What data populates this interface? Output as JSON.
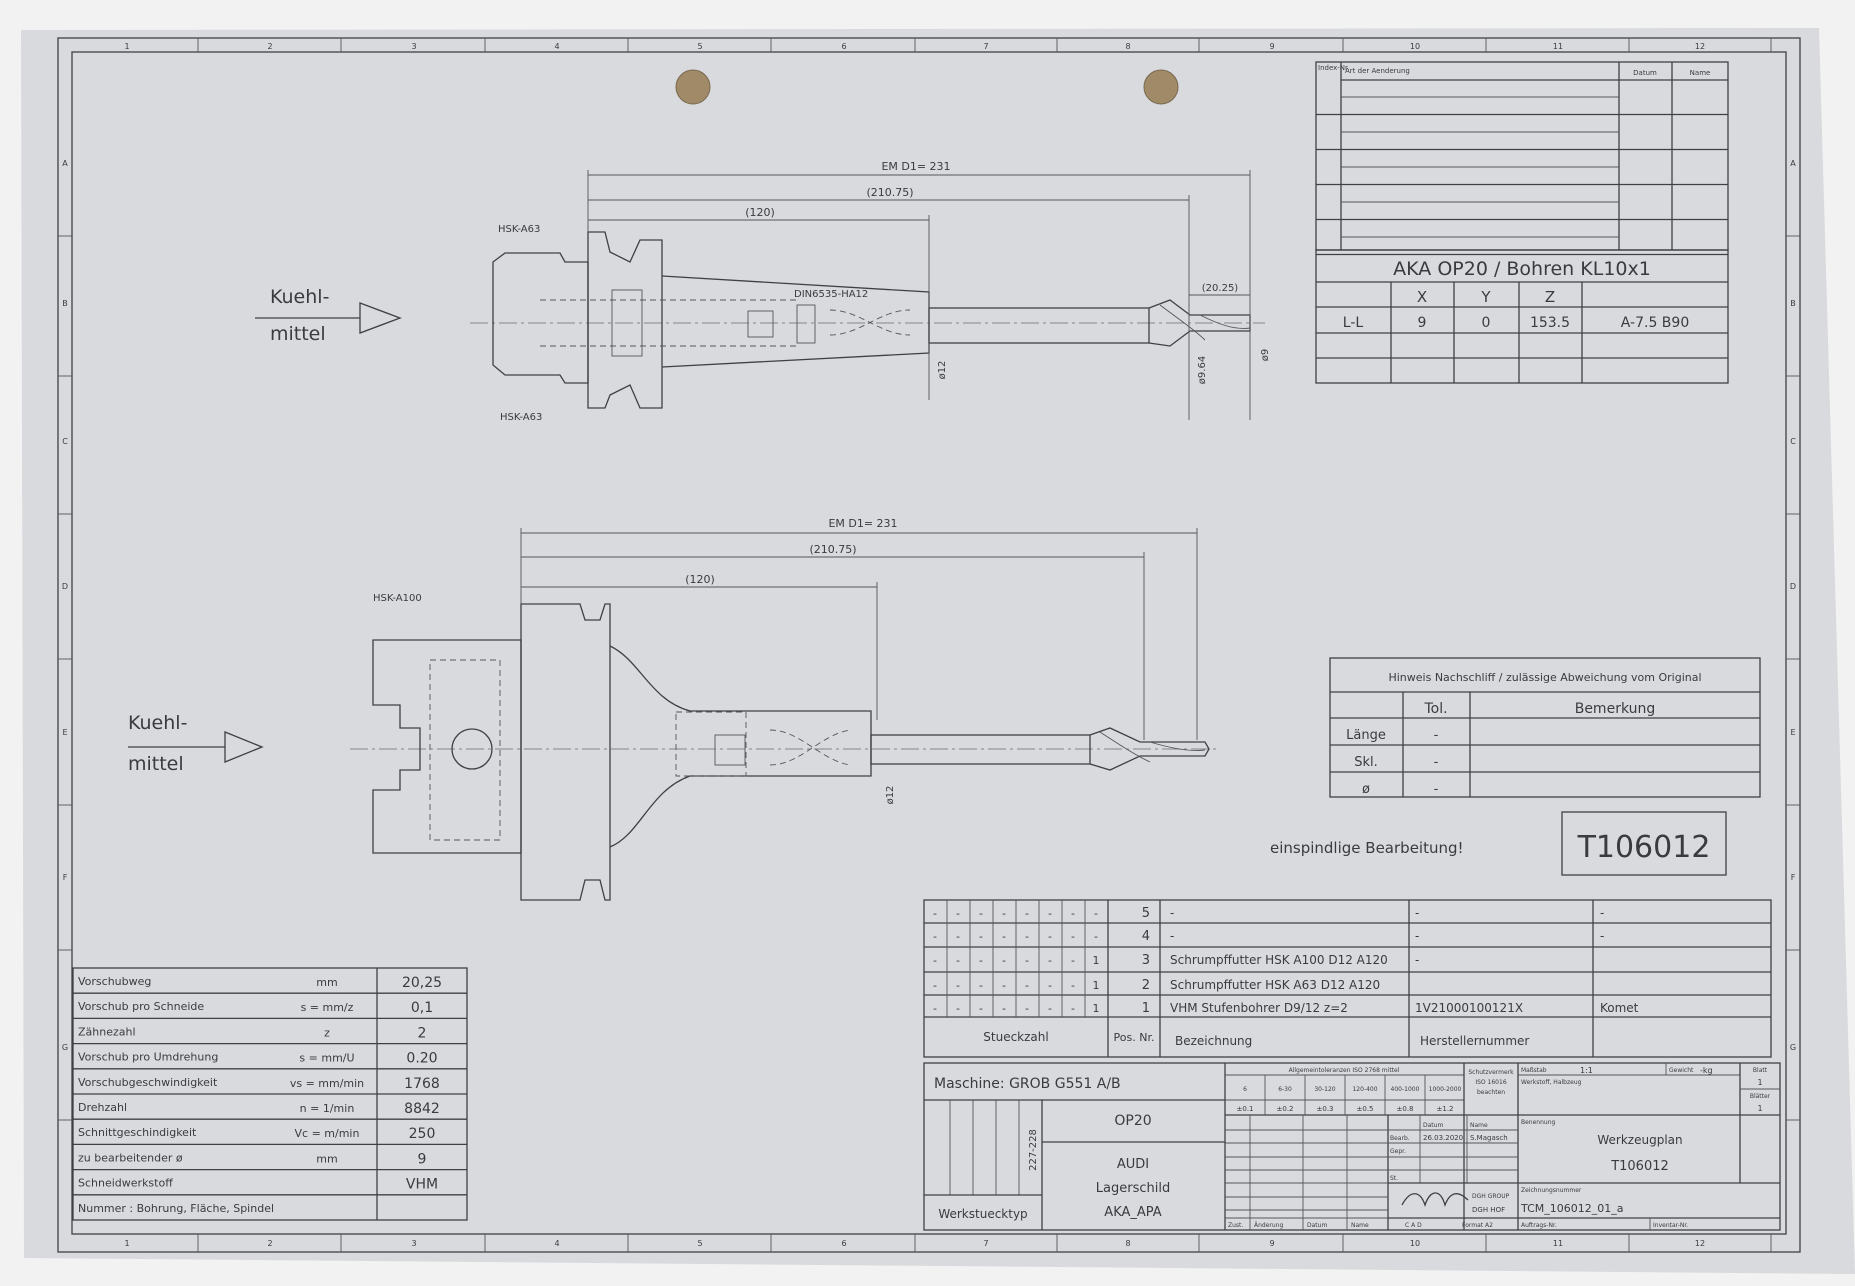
{
  "sheet": {
    "column_numbers": [
      "1",
      "2",
      "3",
      "4",
      "5",
      "6",
      "7",
      "8",
      "9",
      "10",
      "11",
      "12"
    ],
    "row_letters": [
      "A",
      "B",
      "C",
      "D",
      "E",
      "F",
      "G"
    ]
  },
  "change_table": {
    "index": "Index-Nr.",
    "change": "Art der Aenderung",
    "date": "Datum",
    "name": "Name"
  },
  "operation_table": {
    "title": "AKA OP20 / Bohren KL10x1",
    "headers": [
      "",
      "X",
      "Y",
      "Z",
      ""
    ],
    "rows": [
      [
        "L-L",
        "9",
        "0",
        "153.5",
        "A-7.5 B90"
      ]
    ]
  },
  "upper_view": {
    "coolant_line1": "Kuehl-",
    "coolant_line2": "mittel",
    "interface_top": "HSK-A63",
    "interface_bottom": "HSK-A63",
    "collet_label": "DIN6535-HA12",
    "dim_total": "EM D1= 231",
    "dim_overall": "(210.75)",
    "dim_holder": "(120)",
    "dim_tip": "(20.25)",
    "dia_shank": "ø12",
    "dia_step": "ø9.64",
    "dia_tip": "ø9"
  },
  "lower_view": {
    "coolant_line1": "Kuehl-",
    "coolant_line2": "mittel",
    "interface": "HSK-A100",
    "dim_total": "EM D1= 231",
    "dim_overall": "(210.75)",
    "dim_holder": "(120)",
    "dia_shank": "ø12"
  },
  "regrind_table": {
    "title": "Hinweis Nachschliff / zulässige Abweichung vom Original",
    "headers": [
      "",
      "Tol.",
      "Bemerkung"
    ],
    "rows": [
      [
        "Länge",
        "-",
        ""
      ],
      [
        "Skl.",
        "-",
        ""
      ],
      [
        "ø",
        "-",
        ""
      ]
    ]
  },
  "note": "einspindlige Bearbeitung!",
  "tool_number": "T106012",
  "cutting_data": {
    "rows": [
      [
        "Vorschubweg",
        "mm",
        "20,25"
      ],
      [
        "Vorschub pro Schneide",
        "s = mm/z",
        "0,1"
      ],
      [
        "Zähnezahl",
        "z",
        "2"
      ],
      [
        "Vorschub pro Umdrehung",
        "s = mm/U",
        "0.20"
      ],
      [
        "Vorschubgeschwindigkeit",
        "vs = mm/min",
        "1768"
      ],
      [
        "Drehzahl",
        "n = 1/min",
        "8842"
      ],
      [
        "Schnittgeschindigkeit",
        "Vc = m/min",
        "250"
      ],
      [
        "zu bearbeitender ø",
        "mm",
        "9"
      ],
      [
        "Schneidwerkstoff",
        "",
        "VHM"
      ],
      [
        "Nummer : Bohrung, Fläche, Spindel",
        "",
        ""
      ]
    ]
  },
  "parts_list": {
    "headers": {
      "qty": "Stueckzahl",
      "pos": "Pos. Nr.",
      "name": "Bezeichnung",
      "mfr_no": "Herstellernummer",
      "mfr": ""
    },
    "rows": [
      {
        "qty": [
          "-",
          "-",
          "-",
          "-",
          "-",
          "-",
          "-",
          "-"
        ],
        "pos": "5",
        "name": "-",
        "mfr_no": "-",
        "mfr": "-"
      },
      {
        "qty": [
          "-",
          "-",
          "-",
          "-",
          "-",
          "-",
          "-",
          "-"
        ],
        "pos": "4",
        "name": "-",
        "mfr_no": "-",
        "mfr": "-"
      },
      {
        "qty": [
          "-",
          "-",
          "-",
          "-",
          "-",
          "-",
          "-",
          "1"
        ],
        "pos": "3",
        "name": "Schrumpffutter HSK A100 D12 A120",
        "mfr_no": "-",
        "mfr": ""
      },
      {
        "qty": [
          "-",
          "-",
          "-",
          "-",
          "-",
          "-",
          "-",
          "1"
        ],
        "pos": "2",
        "name": "Schrumpffutter HSK A63 D12 A120",
        "mfr_no": "",
        "mfr": ""
      },
      {
        "qty": [
          "-",
          "-",
          "-",
          "-",
          "-",
          "-",
          "-",
          "1"
        ],
        "pos": "1",
        "name": "VHM Stufenbohrer D9/12 z=2",
        "mfr_no": "1V21000100121X",
        "mfr": "Komet"
      }
    ]
  },
  "title_block": {
    "machine": "Maschine: GROB G551 A/B",
    "workpiece_range": "227-228",
    "workpiece_type_label": "Werkstuecktyp",
    "operation": "OP20",
    "customer": "AUDI",
    "part": "Lagerschild",
    "variant": "AKA_APA",
    "general_tolerance_title": "Allgemeintoleranzen ISO 2768 mittel",
    "tolerance_ranges": [
      "6",
      "6-30",
      "30-120",
      "120-400",
      "400-1000",
      "1000-2000"
    ],
    "tolerance_values": [
      "±0.1",
      "±0.2",
      "±0.3",
      "±0.5",
      "±0.8",
      "±1.2"
    ],
    "protection_note": [
      "Schutzvermerk",
      "ISO 16016",
      "beachten"
    ],
    "rev_headers": [
      "Zust.",
      "Änderung",
      "Datum",
      "Name"
    ],
    "date_label": "Datum",
    "name_label": "Name",
    "drawn_label": "Bearb.",
    "drawn_date": "26.03.2020",
    "drawn_name": "S.Magasch",
    "checked_label": "Gepr.",
    "std_label": "St.",
    "company_line1": "DGH GROUP",
    "company_line2": "DGH HOF",
    "cad_label": "C A D",
    "format_label": "Format  A2",
    "scale_label": "Maßstab",
    "scale_value": "1:1",
    "weight_label": "Gewicht",
    "weight_value": "-kg",
    "sheet_label": "Blatt",
    "sheet_value": "1",
    "sheets_label": "Blätter",
    "sheets_value": "1",
    "material_label": "Werkstoff, Halbzeug",
    "designation_label": "Benennung",
    "designation_line1": "Werkzeugplan",
    "designation_line2": "T106012",
    "drawing_no_label": "Zeichnungsnummer",
    "drawing_no": "TCM_106012_01_a",
    "order_no_label": "Auftrags-Nr.",
    "inventory_no_label": "Inventar-Nr."
  },
  "colors": {
    "paper": "#d9dadd",
    "ink": "#3f4044",
    "background": "#f2f2f2",
    "punch_hole": "#a08a68"
  }
}
